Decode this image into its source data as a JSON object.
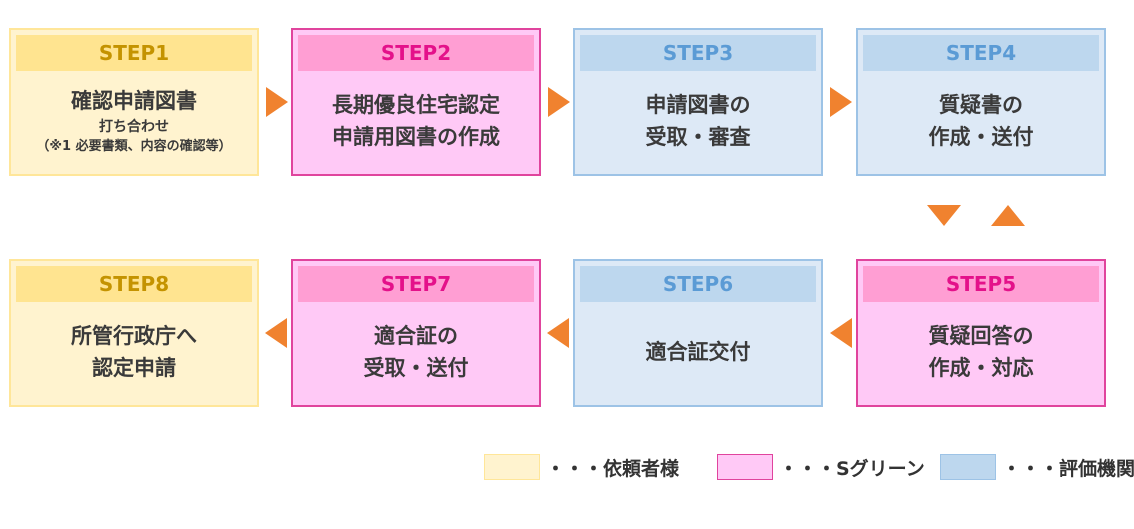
{
  "steps": [
    {
      "label": "STEP1",
      "lines": [
        "確認申請図書"
      ],
      "sub": [
        "打ち合わせ",
        "（※1 必要書類、内容の確認等）"
      ]
    },
    {
      "label": "STEP2",
      "lines": [
        "長期優良住宅認定",
        "申請用図書の作成"
      ]
    },
    {
      "label": "STEP3",
      "lines": [
        "申請図書の",
        "受取・審査"
      ]
    },
    {
      "label": "STEP4",
      "lines": [
        "質疑書の",
        "作成・送付"
      ]
    },
    {
      "label": "STEP5",
      "lines": [
        "質疑回答の",
        "作成・対応"
      ]
    },
    {
      "label": "STEP6",
      "lines": [
        "適合証交付"
      ]
    },
    {
      "label": "STEP7",
      "lines": [
        "適合証の",
        "受取・送付"
      ]
    },
    {
      "label": "STEP8",
      "lines": [
        "所管行政庁へ",
        "認定申請"
      ]
    }
  ],
  "legend": [
    {
      "label": "・・・依頼者様",
      "color": "#fff3cf"
    },
    {
      "label": "・・・Sグリーン",
      "color": "#ffc9f6"
    },
    {
      "label": "・・・評価機関",
      "color": "#dde9f6"
    }
  ],
  "colors": {
    "arrow": "#f0822f",
    "client": "#ffe490",
    "sgreen": "#ff9ed3",
    "evaluator": "#bdd7ee"
  }
}
